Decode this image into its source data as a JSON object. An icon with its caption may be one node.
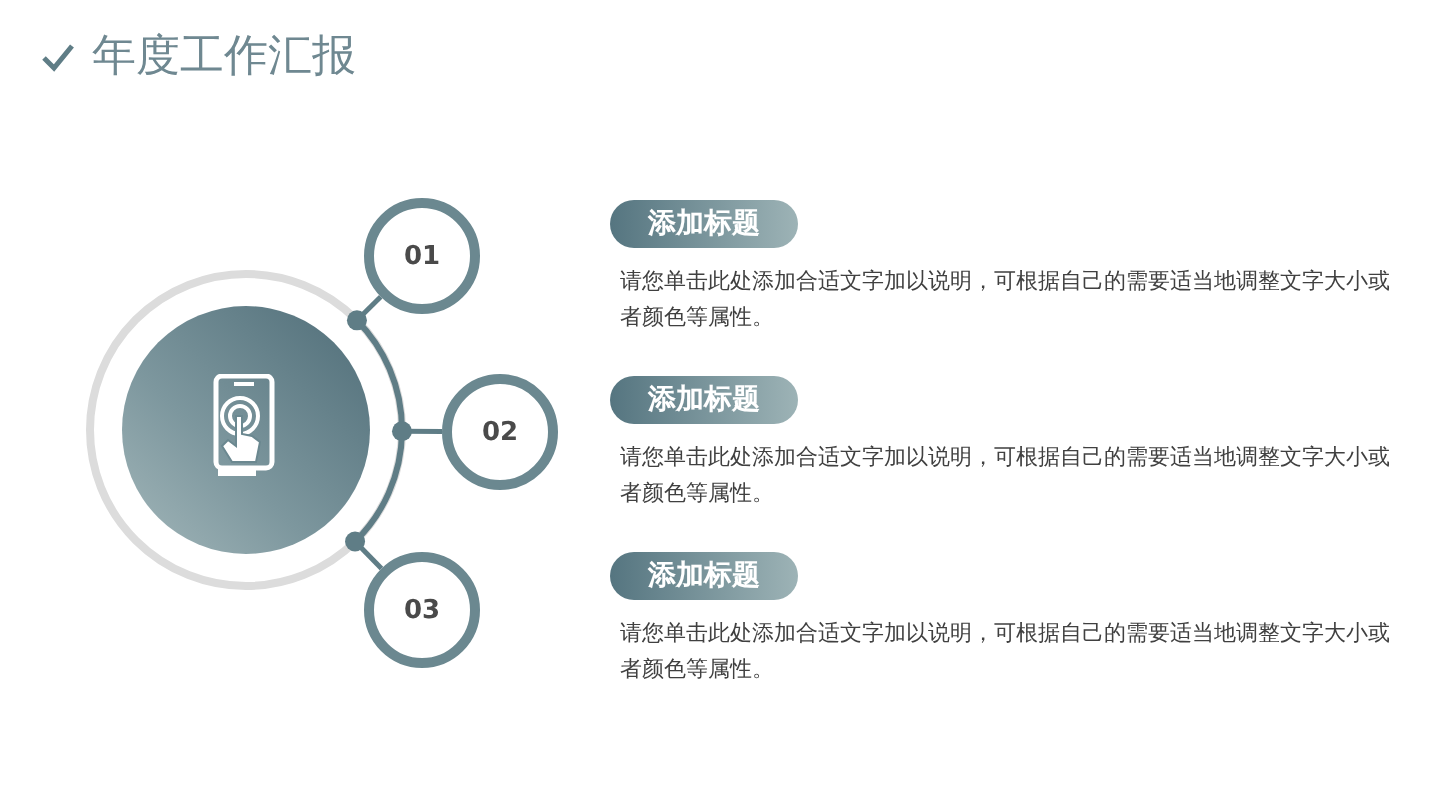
{
  "diagram": {
    "title": "年度工作汇报",
    "nodes": [
      {
        "text": [],
        "shape": "circle"
      },
      {
        "text": [
          "01"
        ]
      },
      {
        "text": [
          "02"
        ]
      },
      {
        "text": [
          "03"
        ]
      },
      {
        "text": [
          "添加标题"
        ],
        "beside": [
          "请您单击此处添加合适文字加以说明，可根据自己的需要适当地调整文字大小或者颜色等属性。"
        ]
      },
      {
        "text": [
          "添加标题"
        ],
        "beside": [
          "请您单击此处添加合适文字加以说明，可根据自己的需要适当地调整文字大小或者颜色等属性。"
        ]
      },
      {
        "text": [
          "添加标题"
        ],
        "beside": [
          "请您单击此处添加合适文字加以说明，可根据自己的需要适当地调整文字大小或者颜色等属性。"
        ]
      }
    ],
    "edges": [
      {
        "from": 0,
        "to": 1,
        "arrow": "other"
      },
      {
        "from": 0,
        "to": 2,
        "arrow": "other"
      },
      {
        "from": 0,
        "to": 3,
        "arrow": "other"
      }
    ]
  }
}
